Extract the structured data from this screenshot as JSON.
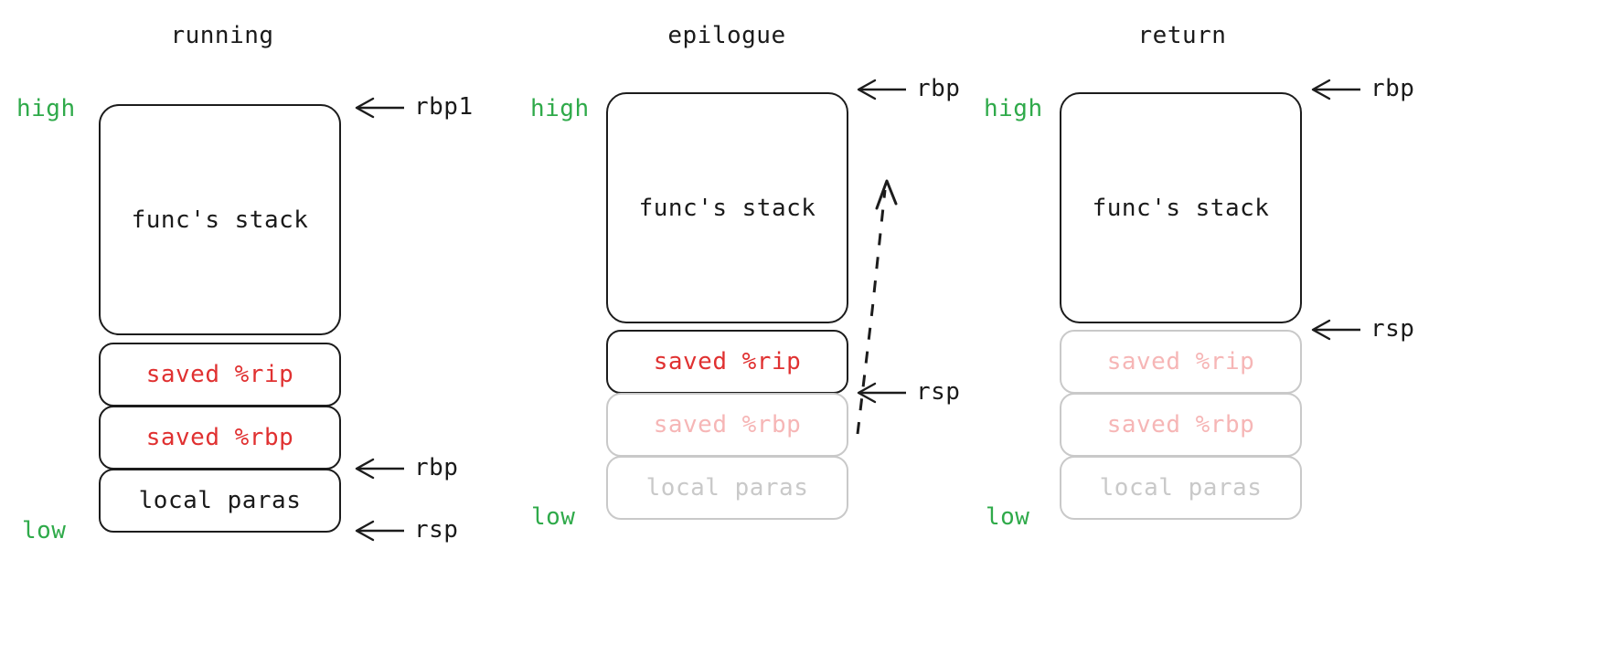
{
  "diagram": {
    "title_color": "#1a1a1a",
    "accent_green": "#2faa4a",
    "accent_red": "#e03131",
    "faded_red": "#f6b6b6",
    "faded_gray": "#c9c9c9",
    "border_color": "#1c1c1c"
  },
  "columns": [
    {
      "title": "running",
      "high_label": "high",
      "low_label": "low",
      "boxes": [
        {
          "label": "func's stack",
          "style": "solid"
        },
        {
          "label": "saved %rip",
          "style": "solid-red"
        },
        {
          "label": "saved %rbp",
          "style": "solid-red"
        },
        {
          "label": "local paras",
          "style": "solid"
        }
      ],
      "pointers": [
        {
          "label": "rbp1"
        },
        {
          "label": "rbp"
        },
        {
          "label": "rsp"
        }
      ]
    },
    {
      "title": "epilogue",
      "high_label": "high",
      "low_label": "low",
      "boxes": [
        {
          "label": "func's stack",
          "style": "solid"
        },
        {
          "label": "saved %rip",
          "style": "solid-red"
        },
        {
          "label": "saved %rbp",
          "style": "ghost-red"
        },
        {
          "label": "local paras",
          "style": "ghost"
        }
      ],
      "pointers": [
        {
          "label": "rbp"
        },
        {
          "label": "rsp"
        }
      ],
      "has_dashed_arrow": true
    },
    {
      "title": "return",
      "high_label": "high",
      "low_label": "low",
      "boxes": [
        {
          "label": "func's stack",
          "style": "solid"
        },
        {
          "label": "saved %rip",
          "style": "ghost-red"
        },
        {
          "label": "saved %rbp",
          "style": "ghost-red"
        },
        {
          "label": "local paras",
          "style": "ghost"
        }
      ],
      "pointers": [
        {
          "label": "rbp"
        },
        {
          "label": "rsp"
        }
      ]
    }
  ]
}
